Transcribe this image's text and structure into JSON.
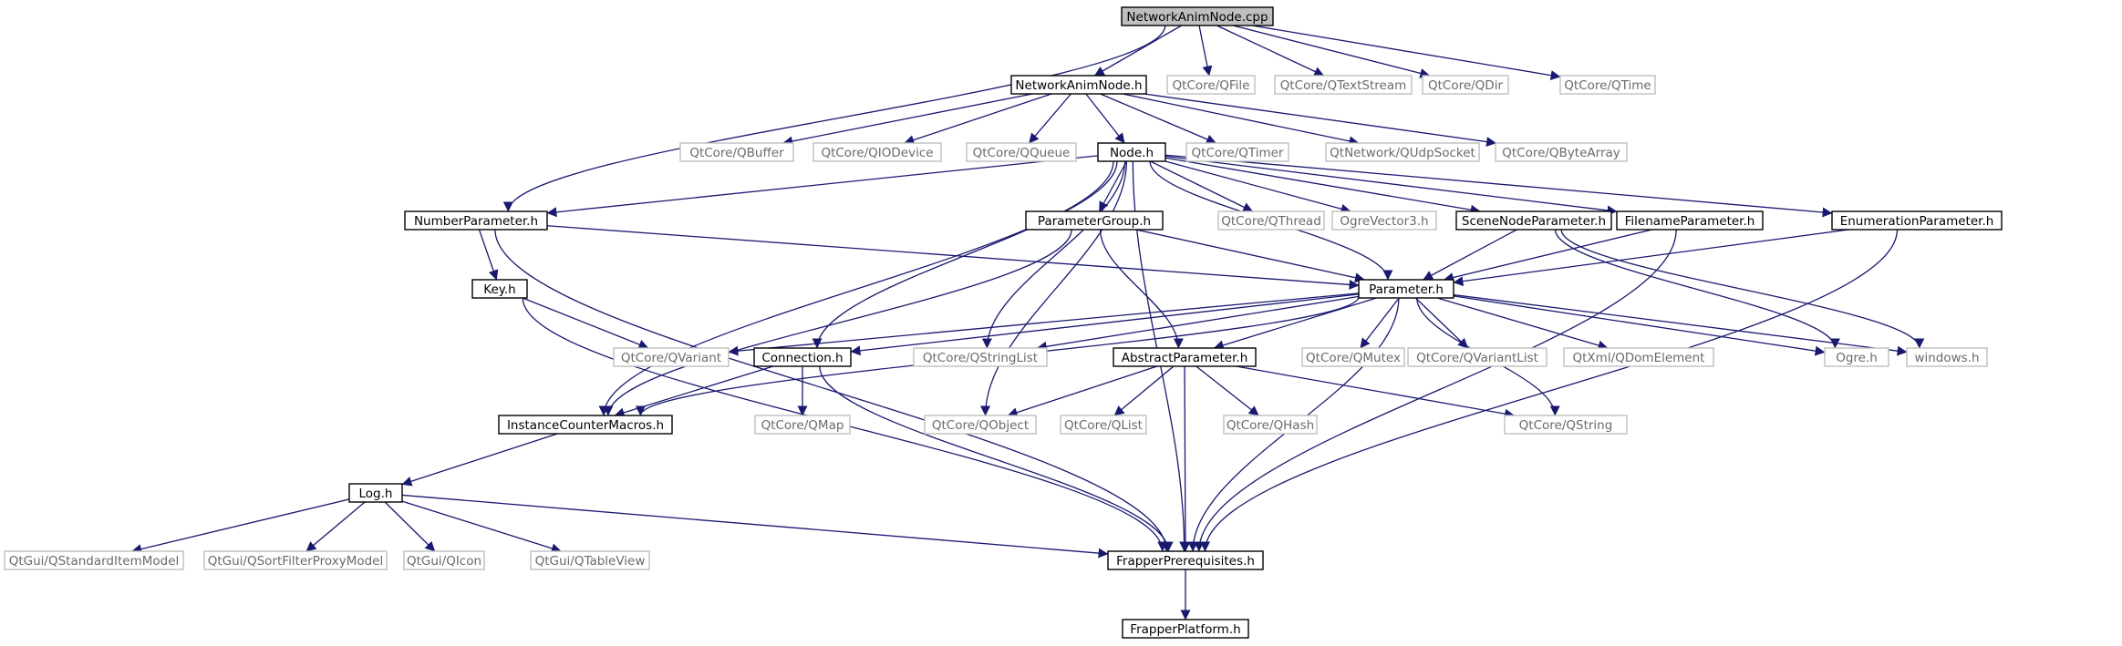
{
  "graph": {
    "title": "NetworkAnimNode.cpp",
    "colors": {
      "background": "#ffffff",
      "edge": "#191970",
      "root_fill": "#bfbfbf",
      "root_border": "#000000",
      "local_border": "#000000",
      "external_border": "#bfbfbf",
      "local_text": "#000000",
      "external_text": "#6a6a6a"
    },
    "nodes": [
      {
        "id": "NetworkAnimNode.cpp",
        "label": "NetworkAnimNode.cpp",
        "kind": "root"
      },
      {
        "id": "NetworkAnimNode.h",
        "label": "NetworkAnimNode.h",
        "kind": "local"
      },
      {
        "id": "QFile",
        "label": "QtCore/QFile",
        "kind": "external"
      },
      {
        "id": "QTextStream",
        "label": "QtCore/QTextStream",
        "kind": "external"
      },
      {
        "id": "QDir",
        "label": "QtCore/QDir",
        "kind": "external"
      },
      {
        "id": "QTime",
        "label": "QtCore/QTime",
        "kind": "external"
      },
      {
        "id": "QBuffer",
        "label": "QtCore/QBuffer",
        "kind": "external"
      },
      {
        "id": "QIODevice",
        "label": "QtCore/QIODevice",
        "kind": "external"
      },
      {
        "id": "QQueue",
        "label": "QtCore/QQueue",
        "kind": "external"
      },
      {
        "id": "Node.h",
        "label": "Node.h",
        "kind": "local"
      },
      {
        "id": "QTimer",
        "label": "QtCore/QTimer",
        "kind": "external"
      },
      {
        "id": "QUdpSocket",
        "label": "QtNetwork/QUdpSocket",
        "kind": "external"
      },
      {
        "id": "QByteArray",
        "label": "QtCore/QByteArray",
        "kind": "external"
      },
      {
        "id": "NumberParameter.h",
        "label": "NumberParameter.h",
        "kind": "local"
      },
      {
        "id": "ParameterGroup.h",
        "label": "ParameterGroup.h",
        "kind": "local"
      },
      {
        "id": "QThread",
        "label": "QtCore/QThread",
        "kind": "external"
      },
      {
        "id": "OgreVector3.h",
        "label": "OgreVector3.h",
        "kind": "external"
      },
      {
        "id": "SceneNodeParameter.h",
        "label": "SceneNodeParameter.h",
        "kind": "local"
      },
      {
        "id": "FilenameParameter.h",
        "label": "FilenameParameter.h",
        "kind": "local"
      },
      {
        "id": "EnumerationParameter.h",
        "label": "EnumerationParameter.h",
        "kind": "local"
      },
      {
        "id": "Key.h",
        "label": "Key.h",
        "kind": "local"
      },
      {
        "id": "Parameter.h",
        "label": "Parameter.h",
        "kind": "local"
      },
      {
        "id": "QVariant",
        "label": "QtCore/QVariant",
        "kind": "external"
      },
      {
        "id": "Connection.h",
        "label": "Connection.h",
        "kind": "local"
      },
      {
        "id": "QStringList",
        "label": "QtCore/QStringList",
        "kind": "external"
      },
      {
        "id": "AbstractParameter.h",
        "label": "AbstractParameter.h",
        "kind": "local"
      },
      {
        "id": "QMutex",
        "label": "QtCore/QMutex",
        "kind": "external"
      },
      {
        "id": "QVariantList",
        "label": "QtCore/QVariantList",
        "kind": "external"
      },
      {
        "id": "QDomElement",
        "label": "QtXml/QDomElement",
        "kind": "external"
      },
      {
        "id": "Ogre.h",
        "label": "Ogre.h",
        "kind": "external"
      },
      {
        "id": "windows.h",
        "label": "windows.h",
        "kind": "external"
      },
      {
        "id": "InstanceCounterMacros.h",
        "label": "InstanceCounterMacros.h",
        "kind": "local"
      },
      {
        "id": "QMap",
        "label": "QtCore/QMap",
        "kind": "external"
      },
      {
        "id": "QObject",
        "label": "QtCore/QObject",
        "kind": "external"
      },
      {
        "id": "QList",
        "label": "QtCore/QList",
        "kind": "external"
      },
      {
        "id": "QHash",
        "label": "QtCore/QHash",
        "kind": "external"
      },
      {
        "id": "QString",
        "label": "QtCore/QString",
        "kind": "external"
      },
      {
        "id": "Log.h",
        "label": "Log.h",
        "kind": "local"
      },
      {
        "id": "QStandardItemModel",
        "label": "QtGui/QStandardItemModel",
        "kind": "external"
      },
      {
        "id": "QSortFilterProxyModel",
        "label": "QtGui/QSortFilterProxyModel",
        "kind": "external"
      },
      {
        "id": "QIcon",
        "label": "QtGui/QIcon",
        "kind": "external"
      },
      {
        "id": "QTableView",
        "label": "QtGui/QTableView",
        "kind": "external"
      },
      {
        "id": "FrapperPrerequisites.h",
        "label": "FrapperPrerequisites.h",
        "kind": "local"
      },
      {
        "id": "FrapperPlatform.h",
        "label": "FrapperPlatform.h",
        "kind": "local"
      }
    ],
    "edges": [
      [
        "NetworkAnimNode.cpp",
        "NetworkAnimNode.h"
      ],
      [
        "NetworkAnimNode.cpp",
        "QFile"
      ],
      [
        "NetworkAnimNode.cpp",
        "QTextStream"
      ],
      [
        "NetworkAnimNode.cpp",
        "QDir"
      ],
      [
        "NetworkAnimNode.cpp",
        "QTime"
      ],
      [
        "NetworkAnimNode.cpp",
        "NumberParameter.h"
      ],
      [
        "NetworkAnimNode.h",
        "QBuffer"
      ],
      [
        "NetworkAnimNode.h",
        "QIODevice"
      ],
      [
        "NetworkAnimNode.h",
        "QQueue"
      ],
      [
        "NetworkAnimNode.h",
        "Node.h"
      ],
      [
        "NetworkAnimNode.h",
        "QTimer"
      ],
      [
        "NetworkAnimNode.h",
        "QUdpSocket"
      ],
      [
        "NetworkAnimNode.h",
        "QByteArray"
      ],
      [
        "Node.h",
        "NumberParameter.h"
      ],
      [
        "Node.h",
        "ParameterGroup.h"
      ],
      [
        "Node.h",
        "QThread"
      ],
      [
        "Node.h",
        "OgreVector3.h"
      ],
      [
        "Node.h",
        "SceneNodeParameter.h"
      ],
      [
        "Node.h",
        "FilenameParameter.h"
      ],
      [
        "Node.h",
        "EnumerationParameter.h"
      ],
      [
        "Node.h",
        "Parameter.h"
      ],
      [
        "Node.h",
        "Connection.h"
      ],
      [
        "Node.h",
        "QStringList"
      ],
      [
        "Node.h",
        "InstanceCounterMacros.h"
      ],
      [
        "Node.h",
        "QObject"
      ],
      [
        "Node.h",
        "FrapperPrerequisites.h"
      ],
      [
        "NumberParameter.h",
        "Key.h"
      ],
      [
        "NumberParameter.h",
        "Parameter.h"
      ],
      [
        "NumberParameter.h",
        "FrapperPrerequisites.h"
      ],
      [
        "ParameterGroup.h",
        "Parameter.h"
      ],
      [
        "ParameterGroup.h",
        "AbstractParameter.h"
      ],
      [
        "ParameterGroup.h",
        "InstanceCounterMacros.h"
      ],
      [
        "SceneNodeParameter.h",
        "Parameter.h"
      ],
      [
        "SceneNodeParameter.h",
        "Ogre.h"
      ],
      [
        "SceneNodeParameter.h",
        "windows.h"
      ],
      [
        "FilenameParameter.h",
        "Parameter.h"
      ],
      [
        "FilenameParameter.h",
        "FrapperPrerequisites.h"
      ],
      [
        "EnumerationParameter.h",
        "Parameter.h"
      ],
      [
        "EnumerationParameter.h",
        "FrapperPrerequisites.h"
      ],
      [
        "Key.h",
        "QVariant"
      ],
      [
        "Key.h",
        "FrapperPrerequisites.h"
      ],
      [
        "Parameter.h",
        "QVariant"
      ],
      [
        "Parameter.h",
        "Connection.h"
      ],
      [
        "Parameter.h",
        "QStringList"
      ],
      [
        "Parameter.h",
        "AbstractParameter.h"
      ],
      [
        "Parameter.h",
        "QMutex"
      ],
      [
        "Parameter.h",
        "QVariantList"
      ],
      [
        "Parameter.h",
        "QDomElement"
      ],
      [
        "Parameter.h",
        "Ogre.h"
      ],
      [
        "Parameter.h",
        "windows.h"
      ],
      [
        "Parameter.h",
        "InstanceCounterMacros.h"
      ],
      [
        "Parameter.h",
        "QString"
      ],
      [
        "Parameter.h",
        "FrapperPrerequisites.h"
      ],
      [
        "Connection.h",
        "InstanceCounterMacros.h"
      ],
      [
        "Connection.h",
        "QMap"
      ],
      [
        "Connection.h",
        "FrapperPrerequisites.h"
      ],
      [
        "AbstractParameter.h",
        "QObject"
      ],
      [
        "AbstractParameter.h",
        "QList"
      ],
      [
        "AbstractParameter.h",
        "QHash"
      ],
      [
        "AbstractParameter.h",
        "QString"
      ],
      [
        "AbstractParameter.h",
        "FrapperPrerequisites.h"
      ],
      [
        "InstanceCounterMacros.h",
        "Log.h"
      ],
      [
        "Log.h",
        "QStandardItemModel"
      ],
      [
        "Log.h",
        "QSortFilterProxyModel"
      ],
      [
        "Log.h",
        "QIcon"
      ],
      [
        "Log.h",
        "QTableView"
      ],
      [
        "Log.h",
        "FrapperPrerequisites.h"
      ],
      [
        "FrapperPrerequisites.h",
        "FrapperPlatform.h"
      ]
    ]
  }
}
